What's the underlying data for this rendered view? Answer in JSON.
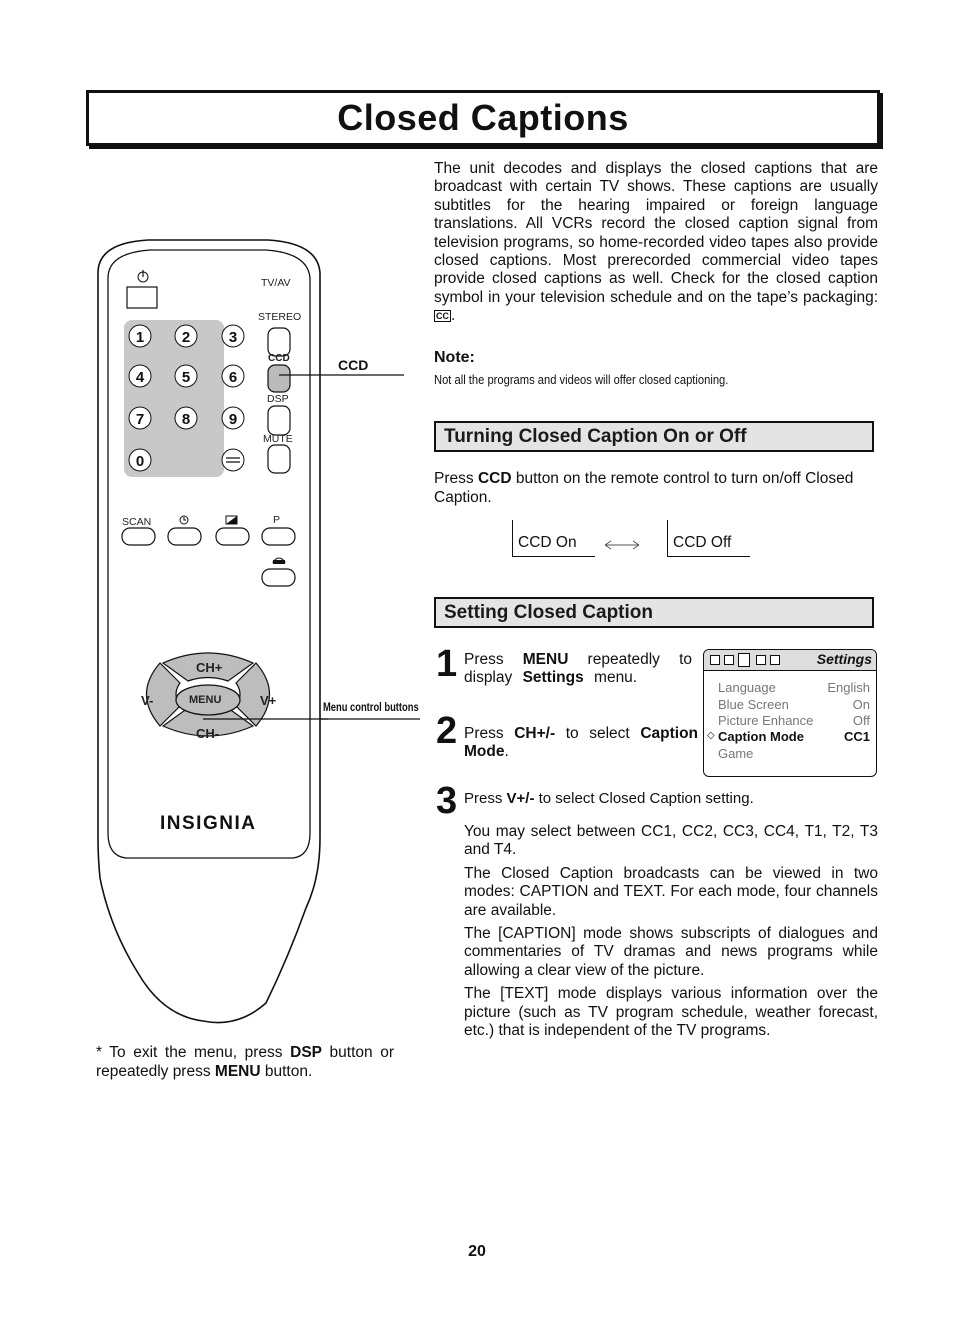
{
  "page": {
    "title": "Closed Captions",
    "page_number": "20"
  },
  "intro": {
    "text": "The unit decodes and displays the closed captions that are broadcast with certain TV shows. These captions are usually subtitles for the hearing impaired or foreign language translations. All VCRs record the closed caption signal from television programs, so home-recorded video tapes also provide closed captions. Most prerecorded commercial video tapes provide closed captions as well. Check for the closed caption symbol in your television schedule and on the tape’s packaging:",
    "cc_symbol": "CC",
    "end": "."
  },
  "note": {
    "label": "Note:",
    "text": "Not all the programs and videos will offer closed captioning."
  },
  "turning": {
    "heading": "Turning Closed Caption On or Off",
    "text_pre": "Press ",
    "text_bold": "CCD",
    "text_post": " button on the remote control to turn on/off Closed Caption.",
    "ccd_on": "CCD On",
    "ccd_off": "CCD Off"
  },
  "setting": {
    "heading": "Setting Closed Caption",
    "step1": {
      "num": "1",
      "a": "Press",
      "b": "MENU",
      "c": "repeatedly to display",
      "d": "Settings",
      "e": "menu."
    },
    "step2": {
      "num": "2",
      "a": "Press",
      "b": "CH+/-",
      "c": "to select",
      "d": "Caption Mode",
      "e": "."
    },
    "step3": {
      "num": "3",
      "a": "Press ",
      "b": "V+/-",
      "c": " to select Closed Caption setting."
    },
    "paragraphs": [
      "You may select between CC1, CC2, CC3, CC4, T1, T2, T3 and T4.",
      "The Closed Caption broadcasts can be viewed in two modes: CAPTION and TEXT. For each mode, four channels are available.",
      "The [CAPTION] mode shows subscripts of dialogues and commentaries of TV dramas and news programs while allowing a clear view of the picture.",
      "The [TEXT] mode displays various information over the picture (such as TV program schedule, weather forecast, etc.) that is independent of the TV programs."
    ]
  },
  "settings_menu": {
    "title": "Settings",
    "rows": [
      {
        "label": "Language",
        "value": "English"
      },
      {
        "label": "Blue Screen",
        "value": "On"
      },
      {
        "label": "Picture Enhance",
        "value": "Off"
      },
      {
        "label": "Caption Mode",
        "value": "CC1"
      },
      {
        "label": "Game",
        "value": ""
      }
    ],
    "selected_index": 3
  },
  "remote": {
    "labels": {
      "tvav": "TV/AV",
      "stereo": "STEREO",
      "ccd": "CCD",
      "dsp": "DSP",
      "mute": "MUTE",
      "scan": "SCAN",
      "chplus": "CH+",
      "chminus": "CH-",
      "vminus": "V-",
      "vplus": "V+",
      "menu": "MENU",
      "brand": "INSIGNIA",
      "pip": "P"
    },
    "digits": [
      "1",
      "2",
      "3",
      "4",
      "5",
      "6",
      "7",
      "8",
      "9",
      "0"
    ],
    "callout_ccd": "CCD",
    "callout_menu": "Menu control buttons"
  },
  "exit_note": {
    "a": "* To exit the menu, press ",
    "b": "DSP",
    "c": " button or repeatedly press ",
    "d": "MENU",
    "e": " button."
  }
}
